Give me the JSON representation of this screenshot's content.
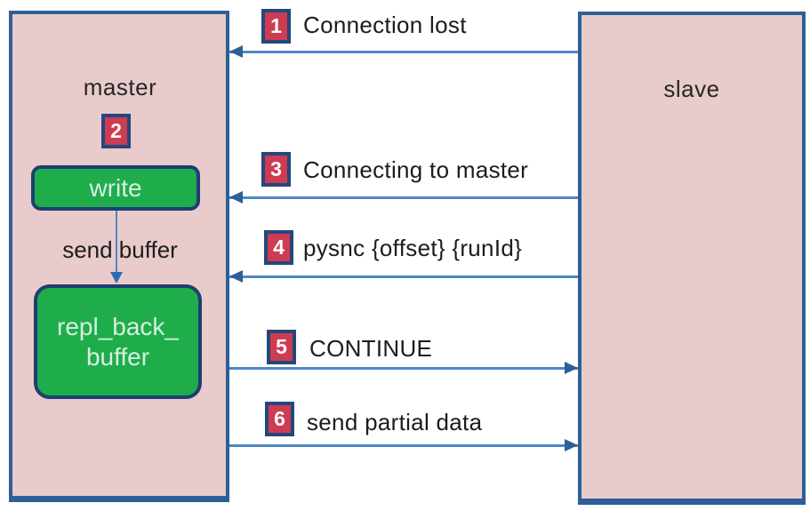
{
  "diagram": {
    "nodes": {
      "master": {
        "label": "master",
        "badge": "2"
      },
      "slave": {
        "label": "slave"
      },
      "write": {
        "label": "write"
      },
      "repl_buffer": {
        "label_line1": "repl_back_",
        "label_line2": "buffer"
      },
      "send_buffer": {
        "label": "send buffer"
      }
    },
    "messages": [
      {
        "num": "1",
        "label": "Connection lost",
        "direction": "left",
        "from": "slave",
        "to": "master"
      },
      {
        "num": "3",
        "label": "Connecting to master",
        "direction": "left",
        "from": "slave",
        "to": "master"
      },
      {
        "num": "4",
        "label": "pysnc {offset} {runId}",
        "direction": "left",
        "from": "slave",
        "to": "master"
      },
      {
        "num": "5",
        "label": "CONTINUE",
        "direction": "right",
        "from": "master",
        "to": "slave"
      },
      {
        "num": "6",
        "label": "send partial data",
        "direction": "right",
        "from": "master",
        "to": "slave"
      }
    ],
    "colors": {
      "actor_fill": "#e9cbcb",
      "actor_border": "#2e5f96",
      "badge_fill": "#ce3c52",
      "badge_border": "#24477d",
      "node_green": "#1fad4b",
      "node_text": "#d6efe0",
      "arrow_line": "#4c87c6",
      "arrow_head": "#2e5f96",
      "text": "#1c1c1c"
    }
  }
}
